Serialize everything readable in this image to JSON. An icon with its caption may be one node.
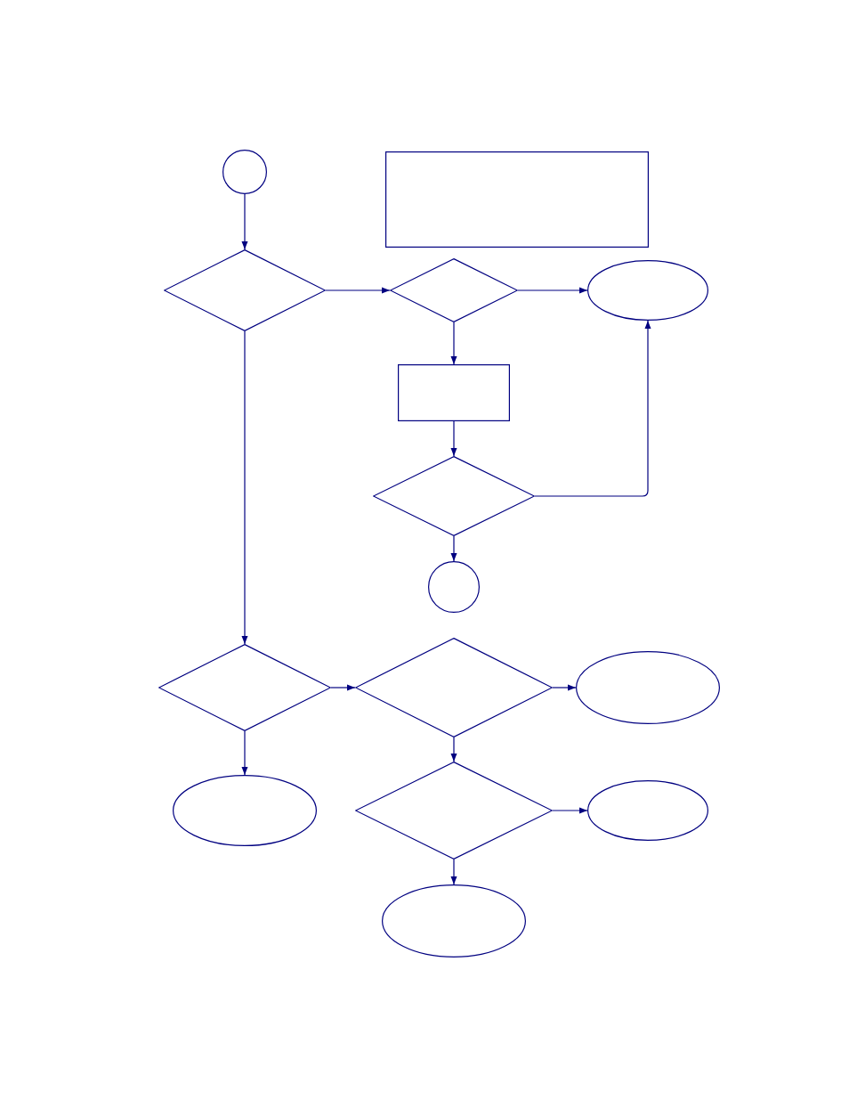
{
  "diagram": {
    "nodes": [
      {
        "text": [],
        "shape": "circle"
      },
      {
        "text": [],
        "shape": "box"
      },
      {
        "text": [],
        "shape": "diamond"
      },
      {
        "text": [],
        "shape": "diamond"
      },
      {
        "text": [],
        "shape": "ellipse"
      },
      {
        "text": [],
        "shape": "box"
      },
      {
        "text": [],
        "shape": "diamond"
      },
      {
        "text": [],
        "shape": "circle"
      },
      {
        "text": [],
        "shape": "diamond"
      },
      {
        "text": [],
        "shape": "diamond"
      },
      {
        "text": [],
        "shape": "ellipse"
      },
      {
        "text": [],
        "shape": "ellipse"
      },
      {
        "text": [],
        "shape": "diamond"
      },
      {
        "text": [],
        "shape": "ellipse"
      },
      {
        "text": [],
        "shape": "ellipse"
      }
    ],
    "edges": [
      {
        "from": 0,
        "to": 2,
        "arrow": "to"
      },
      {
        "from": 2,
        "to": 3,
        "arrow": "to"
      },
      {
        "from": 3,
        "to": 4,
        "arrow": "to"
      },
      {
        "from": 3,
        "to": 5,
        "arrow": "to"
      },
      {
        "from": 5,
        "to": 6,
        "arrow": "to"
      },
      {
        "from": 6,
        "to": 4,
        "arrow": "to"
      },
      {
        "from": 6,
        "to": 7,
        "arrow": "to"
      },
      {
        "from": 2,
        "to": 8,
        "arrow": "to"
      },
      {
        "from": 8,
        "to": 9,
        "arrow": "to"
      },
      {
        "from": 9,
        "to": 10,
        "arrow": "to"
      },
      {
        "from": 8,
        "to": 11,
        "arrow": "to"
      },
      {
        "from": 9,
        "to": 12,
        "arrow": "to"
      },
      {
        "from": 12,
        "to": 13,
        "arrow": "to"
      },
      {
        "from": 12,
        "to": 14,
        "arrow": "to"
      }
    ]
  }
}
